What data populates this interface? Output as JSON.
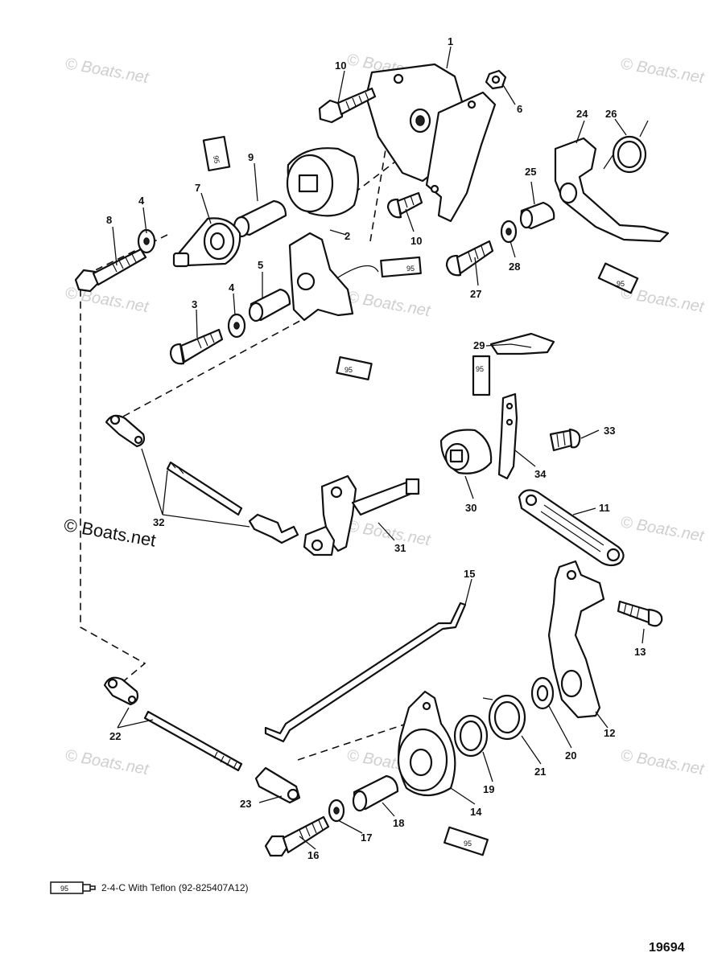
{
  "callouts": [
    "1",
    "2",
    "3",
    "4",
    "4",
    "5",
    "6",
    "7",
    "8",
    "9",
    "10",
    "10",
    "11",
    "12",
    "13",
    "14",
    "15",
    "16",
    "17",
    "18",
    "19",
    "20",
    "21",
    "22",
    "23",
    "24",
    "25",
    "26",
    "27",
    "28",
    "29",
    "30",
    "31",
    "32",
    "33",
    "34"
  ],
  "watermark": {
    "text": "© Boats.net",
    "big_text": "© Boats.net"
  },
  "tube_label": "95",
  "legend": {
    "code": "95",
    "text": "2-4-C  With Teflon (92-825407A12)"
  },
  "figure_number": "19694"
}
